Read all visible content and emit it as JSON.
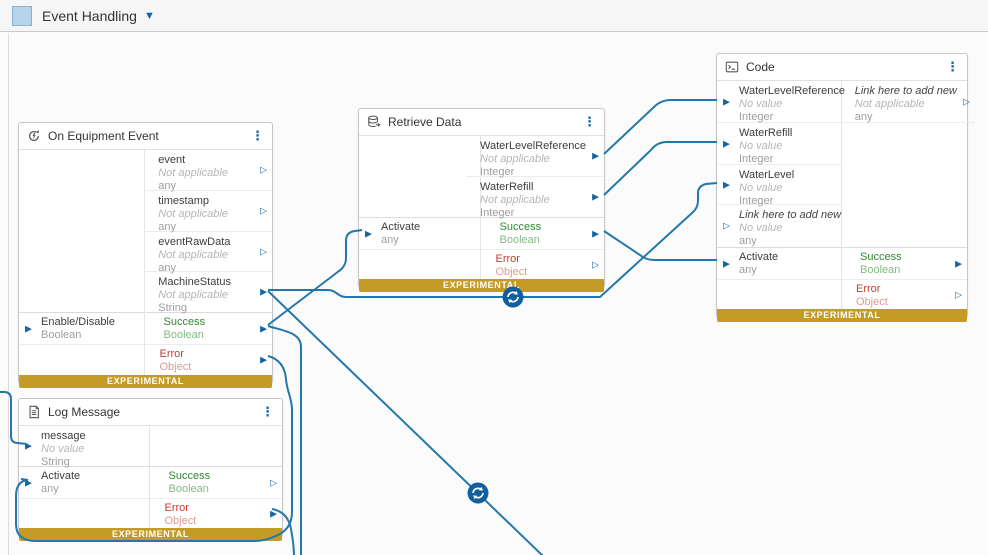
{
  "app": {
    "title": "Event Handling"
  },
  "glyphs": {
    "caret_down": "▼",
    "kebab": "⋮",
    "port_filled": "▶",
    "port_open": "▷"
  },
  "labels": {
    "experimental": "EXPERIMENTAL"
  },
  "nodes": {
    "on_equipment_event": {
      "title": "On Equipment Event",
      "outputs": [
        {
          "label": "event",
          "value": "Not applicable",
          "type": "any"
        },
        {
          "label": "timestamp",
          "value": "Not applicable",
          "type": "any"
        },
        {
          "label": "eventRawData",
          "value": "Not applicable",
          "type": "any"
        },
        {
          "label": "MachineStatus",
          "value": "Not applicable",
          "type": "String"
        }
      ],
      "input": {
        "label": "Enable/Disable",
        "type": "Boolean"
      },
      "success": {
        "label": "Success",
        "type": "Boolean"
      },
      "error": {
        "label": "Error",
        "type": "Object"
      }
    },
    "retrieve_data": {
      "title": "Retrieve Data",
      "outputs": [
        {
          "label": "WaterLevelReference",
          "value": "Not applicable",
          "type": "Integer"
        },
        {
          "label": "WaterRefill",
          "value": "Not applicable",
          "type": "Integer"
        }
      ],
      "input": {
        "label": "Activate",
        "type": "any"
      },
      "success": {
        "label": "Success",
        "type": "Boolean"
      },
      "error": {
        "label": "Error",
        "type": "Object"
      }
    },
    "code": {
      "title": "Code",
      "inputs": [
        {
          "label": "WaterLevelReference",
          "value": "No value",
          "type": "Integer"
        },
        {
          "label": "WaterRefill",
          "value": "No value",
          "type": "Integer"
        },
        {
          "label": "WaterLevel",
          "value": "No value",
          "type": "Integer"
        },
        {
          "label": "Link here to add new",
          "value": "No value",
          "type": "any"
        }
      ],
      "add_output": {
        "label": "Link here to add new",
        "value": "Not applicable",
        "type": "any"
      },
      "input": {
        "label": "Activate",
        "type": "any"
      },
      "success": {
        "label": "Success",
        "type": "Boolean"
      },
      "error": {
        "label": "Error",
        "type": "Object"
      }
    },
    "log_message": {
      "title": "Log Message",
      "inputs": [
        {
          "label": "message",
          "value": "No value",
          "type": "String"
        }
      ],
      "input": {
        "label": "Activate",
        "type": "any"
      },
      "success": {
        "label": "Success",
        "type": "Boolean"
      },
      "error": {
        "label": "Error",
        "type": "Object"
      }
    }
  }
}
